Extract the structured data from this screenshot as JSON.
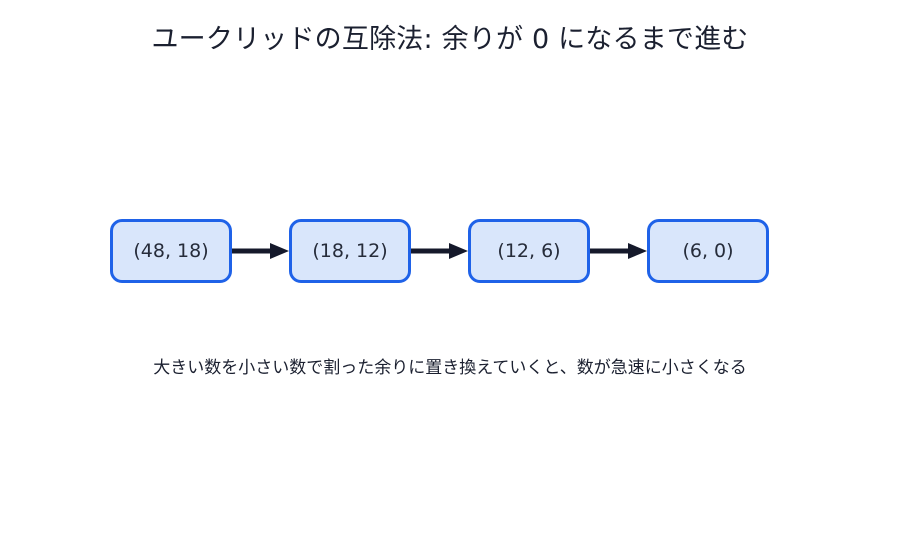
{
  "figure": {
    "title": "ユークリッドの互除法: 余りが 0 になるまで進む",
    "caption": "大きい数を小さい数で割った余りに置き換えていくと、数が急速に小さくなる",
    "background_color": "#ffffff",
    "text_color": "#1b2030",
    "node_fill_color": "#d9e6fb",
    "node_border_color": "#1f62e8",
    "arrow_color": "#15192b",
    "arrow_glyph": "right-arrow"
  },
  "flow": {
    "direction": "left-to-right",
    "steps": [
      {
        "label": "(48, 18)",
        "a": 48,
        "b": 18
      },
      {
        "label": "(18, 12)",
        "a": 18,
        "b": 12
      },
      {
        "label": "(12, 6)",
        "a": 12,
        "b": 6
      },
      {
        "label": "(6, 0)",
        "a": 6,
        "b": 0
      }
    ],
    "arrows": [
      {
        "from": "(48, 18)",
        "to": "(18, 12)"
      },
      {
        "from": "(18, 12)",
        "to": "(12, 6)"
      },
      {
        "from": "(12, 6)",
        "to": "(6, 0)"
      }
    ]
  }
}
